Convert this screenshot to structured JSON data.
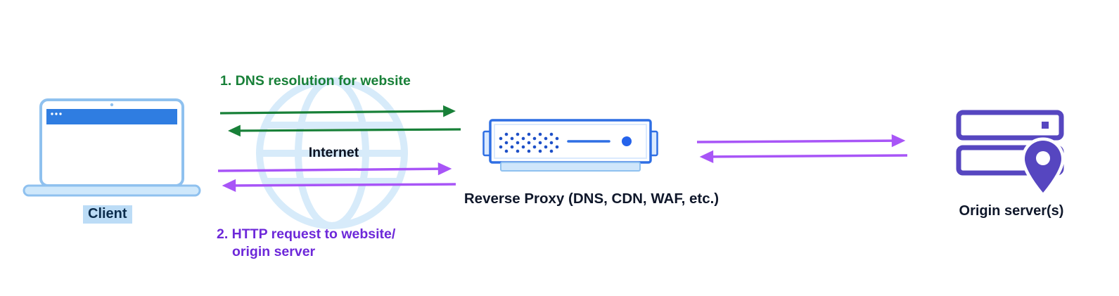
{
  "nodes": {
    "client": {
      "label": "Client"
    },
    "internet": {
      "label": "Internet"
    },
    "reverse_proxy": {
      "label": "Reverse Proxy (DNS, CDN, WAF, etc.)"
    },
    "origin": {
      "label": "Origin server(s)"
    }
  },
  "flows": {
    "dns": {
      "label": "1. DNS resolution for website",
      "direction": "bidirectional",
      "color": "#188038"
    },
    "http": {
      "label_line1": "2. HTTP request to website/",
      "label_line2": "origin server",
      "direction": "bidirectional",
      "arrow_color": "#a855f7",
      "text_color": "#6d28d9"
    },
    "proxy_origin": {
      "direction": "bidirectional",
      "arrow_color": "#a855f7"
    }
  },
  "icons": {
    "client": "laptop-icon",
    "internet": "globe-icon",
    "reverse_proxy": "router-icon",
    "origin": "server-stack-with-location-pin-icon"
  },
  "colors": {
    "dns_arrow": "#188038",
    "http_arrow": "#a855f7",
    "http_text": "#6d28d9",
    "origin_icon_purple": "#5646c0",
    "proxy_border_blue": "#2f6fe4",
    "proxy_dot_blue": "#2563eb",
    "laptop_bar_blue": "#2f7de1",
    "laptop_outline_blue": "#8fc1ef",
    "laptop_light_blue": "#cfe8fb",
    "client_highlight": "#bcdcf6",
    "globe_light_blue": "#d7ebfa",
    "label_text": "#0f172a",
    "background": "#ffffff"
  }
}
